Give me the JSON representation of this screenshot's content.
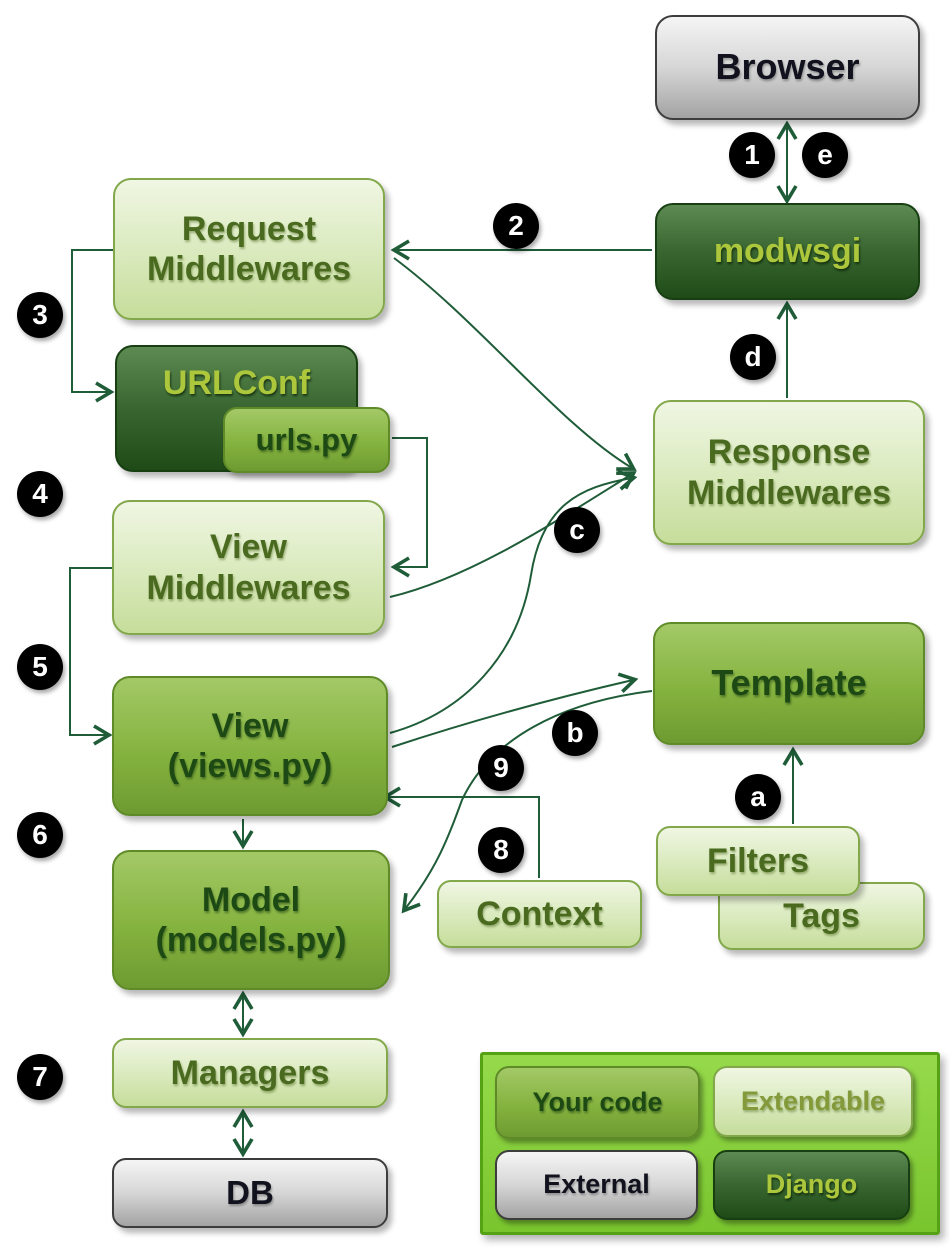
{
  "nodes": {
    "browser": {
      "label": "Browser",
      "type": "external"
    },
    "modwsgi": {
      "label": "modwsgi",
      "type": "django"
    },
    "request_middlewares": {
      "label": "Request\nMiddlewares",
      "type": "extendable"
    },
    "urlconf": {
      "label": "URLConf",
      "type": "django"
    },
    "urls_py": {
      "label": "urls.py",
      "type": "your_code"
    },
    "view_middlewares": {
      "label": "View\nMiddlewares",
      "type": "extendable"
    },
    "view": {
      "label": "View\n(views.py)",
      "type": "your_code"
    },
    "model": {
      "label": "Model\n(models.py)",
      "type": "your_code"
    },
    "managers": {
      "label": "Managers",
      "type": "extendable"
    },
    "db": {
      "label": "DB",
      "type": "external"
    },
    "response_middlewares": {
      "label": "Response\nMiddlewares",
      "type": "extendable"
    },
    "template": {
      "label": "Template",
      "type": "your_code"
    },
    "filters": {
      "label": "Filters",
      "type": "extendable"
    },
    "tags": {
      "label": "Tags",
      "type": "extendable"
    },
    "context": {
      "label": "Context",
      "type": "extendable"
    }
  },
  "step_markers": {
    "s1": "1",
    "s2": "2",
    "s3": "3",
    "s4": "4",
    "s5": "5",
    "s6": "6",
    "s7": "7",
    "s8": "8",
    "s9": "9",
    "sa": "a",
    "sb": "b",
    "sc": "c",
    "sd": "d",
    "se": "e"
  },
  "legend": {
    "items": [
      {
        "label": "Your code",
        "type": "your_code"
      },
      {
        "label": "Extendable",
        "type": "extendable"
      },
      {
        "label": "External",
        "type": "external"
      },
      {
        "label": "Django",
        "type": "django"
      }
    ]
  },
  "colors": {
    "your_code_fill": "#7fae43",
    "extendable_fill": "#dcebc0",
    "external_fill": "#d9d9d9",
    "django_fill": "#2f5b26",
    "arrow_stroke": "#1f5c38",
    "legend_background": "#85cf3a",
    "step_marker_background": "#000000",
    "step_marker_text": "#ffffff"
  }
}
